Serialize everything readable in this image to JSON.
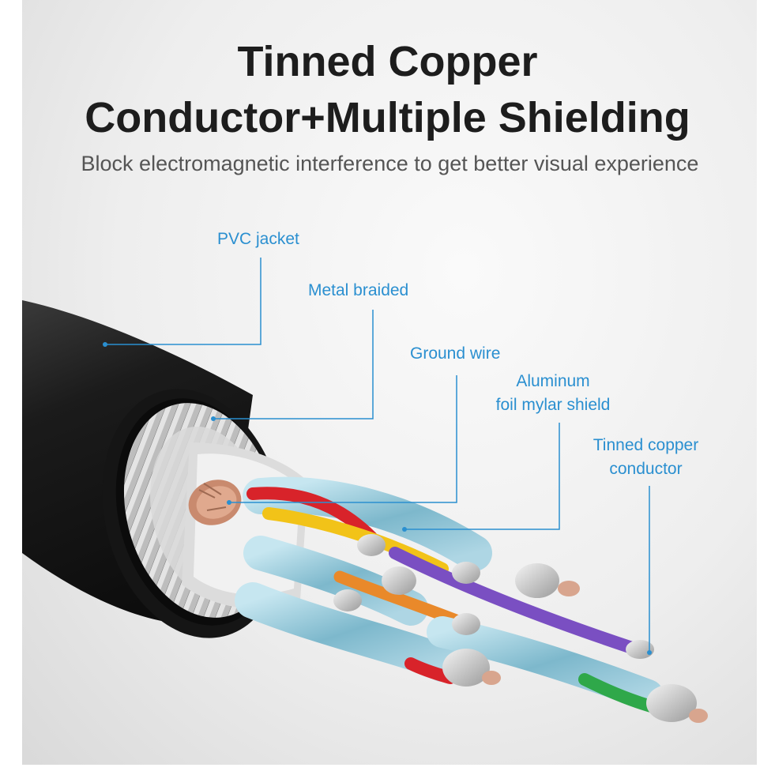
{
  "heading": {
    "line1": "Tinned Copper",
    "line2": "Conductor+Multiple Shielding"
  },
  "subheading": "Block electromagnetic interference to get better visual experience",
  "callouts": {
    "pvc_jacket": "PVC jacket",
    "metal_braided": "Metal braided",
    "ground_wire": "Ground wire",
    "aluminum_line1": "Aluminum",
    "aluminum_line2": "foil mylar shield",
    "tinned_line1": "Tinned copper",
    "tinned_line2": "conductor"
  },
  "colors": {
    "callout_blue": "#2a8fd0",
    "jacket_black": "#1a1a1a",
    "foil_blue": "#8fc8dc",
    "wire_red": "#d8232a",
    "wire_yellow": "#f2c318",
    "wire_purple": "#7a4fc2",
    "wire_orange": "#e9892a",
    "wire_green": "#2fa84a"
  }
}
